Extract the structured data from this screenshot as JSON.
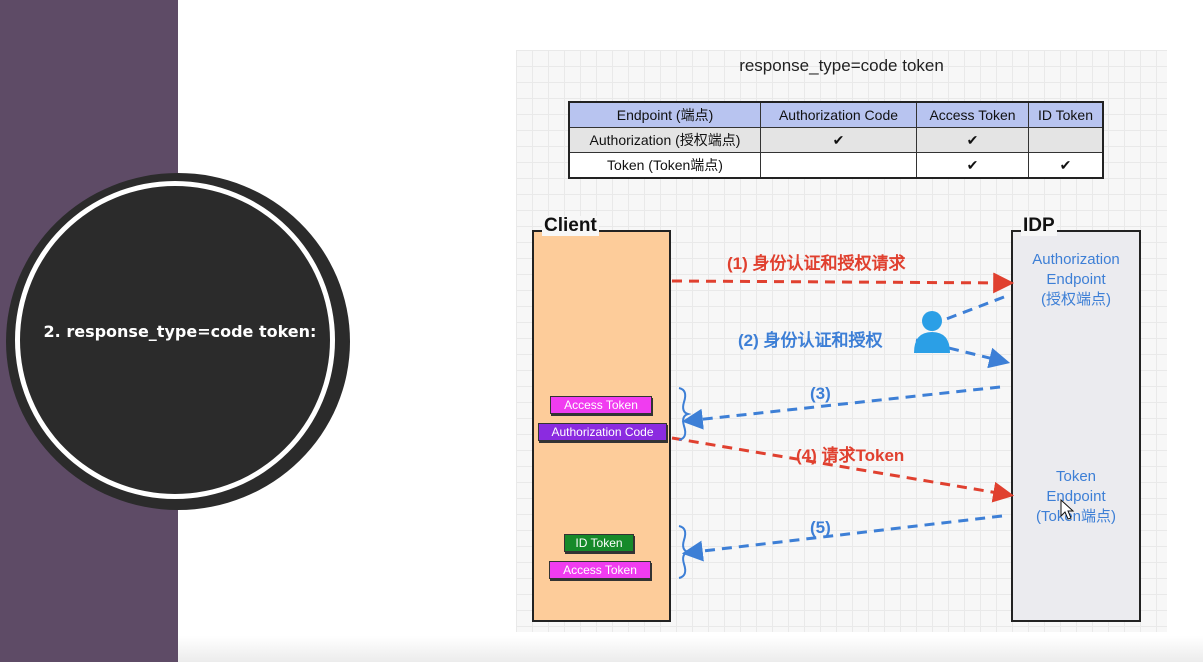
{
  "slide": {
    "circle_title": "2. response_type=code token:"
  },
  "diagram": {
    "title": "response_type=code token",
    "table": {
      "headers": [
        "Endpoint (端点)",
        "Authorization Code",
        "Access Token",
        "ID Token"
      ],
      "rows": [
        [
          "Authorization (授权端点)",
          "✔",
          "✔",
          ""
        ],
        [
          "Token (Token端点)",
          "",
          "✔",
          "✔"
        ]
      ]
    },
    "client": {
      "label": "Client",
      "badges_top": [
        "Access Token",
        "Authorization Code"
      ],
      "badges_bottom": [
        "ID Token",
        "Access Token"
      ]
    },
    "idp": {
      "label": "IDP",
      "authorization_endpoint": [
        "Authorization",
        "Endpoint",
        "(授权端点)"
      ],
      "token_endpoint": [
        "Token",
        "Endpoint",
        "(Token端点)"
      ]
    },
    "steps": [
      "(1) 身份认证和授权请求",
      "(2) 身份认证和授权",
      "(3)",
      "(4) 请求Token",
      "(5)"
    ],
    "colors": {
      "red": "#e0402f",
      "blue": "#3d7fd6",
      "client_fill": "#fdcc9a",
      "idp_fill": "#ebebef",
      "magenta_badge": "#f03cf0",
      "purple_badge": "#8b2be0",
      "green_badge": "#168a2a"
    },
    "icons": [
      "user-icon",
      "cursor-icon"
    ]
  }
}
